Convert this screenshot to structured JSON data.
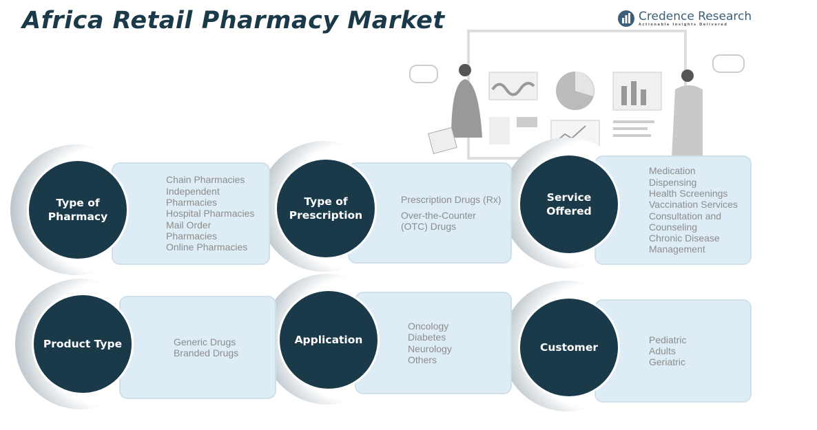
{
  "title": "Africa Retail Pharmacy Market",
  "logo": {
    "name": "Credence Research",
    "tagline": "Actionable Insights Delivered"
  },
  "segments": [
    {
      "label_lines": [
        "Type of",
        "Pharmacy"
      ],
      "items": [
        "Chain Pharmacies",
        "Independent",
        "Pharmacies",
        "Hospital Pharmacies",
        "Mail Order",
        "Pharmacies",
        "Online Pharmacies"
      ]
    },
    {
      "label_lines": [
        "Type of",
        "Prescription"
      ],
      "items": [
        "Prescription Drugs (Rx)",
        "",
        "Over-the-Counter",
        "(OTC) Drugs"
      ]
    },
    {
      "label_lines": [
        "Service",
        "Offered"
      ],
      "items": [
        "Medication",
        "Dispensing",
        "Health Screenings",
        "Vaccination Services",
        "Consultation and",
        "Counseling",
        "Chronic Disease",
        "Management"
      ]
    },
    {
      "label_lines": [
        "Product Type"
      ],
      "items": [
        "Generic Drugs",
        "Branded Drugs"
      ]
    },
    {
      "label_lines": [
        "Application"
      ],
      "items": [
        "Oncology",
        "Diabetes",
        "Neurology",
        "Others"
      ]
    },
    {
      "label_lines": [
        "Customer"
      ],
      "items": [
        "Pediatric",
        "Adults",
        "Geriatric"
      ]
    }
  ]
}
